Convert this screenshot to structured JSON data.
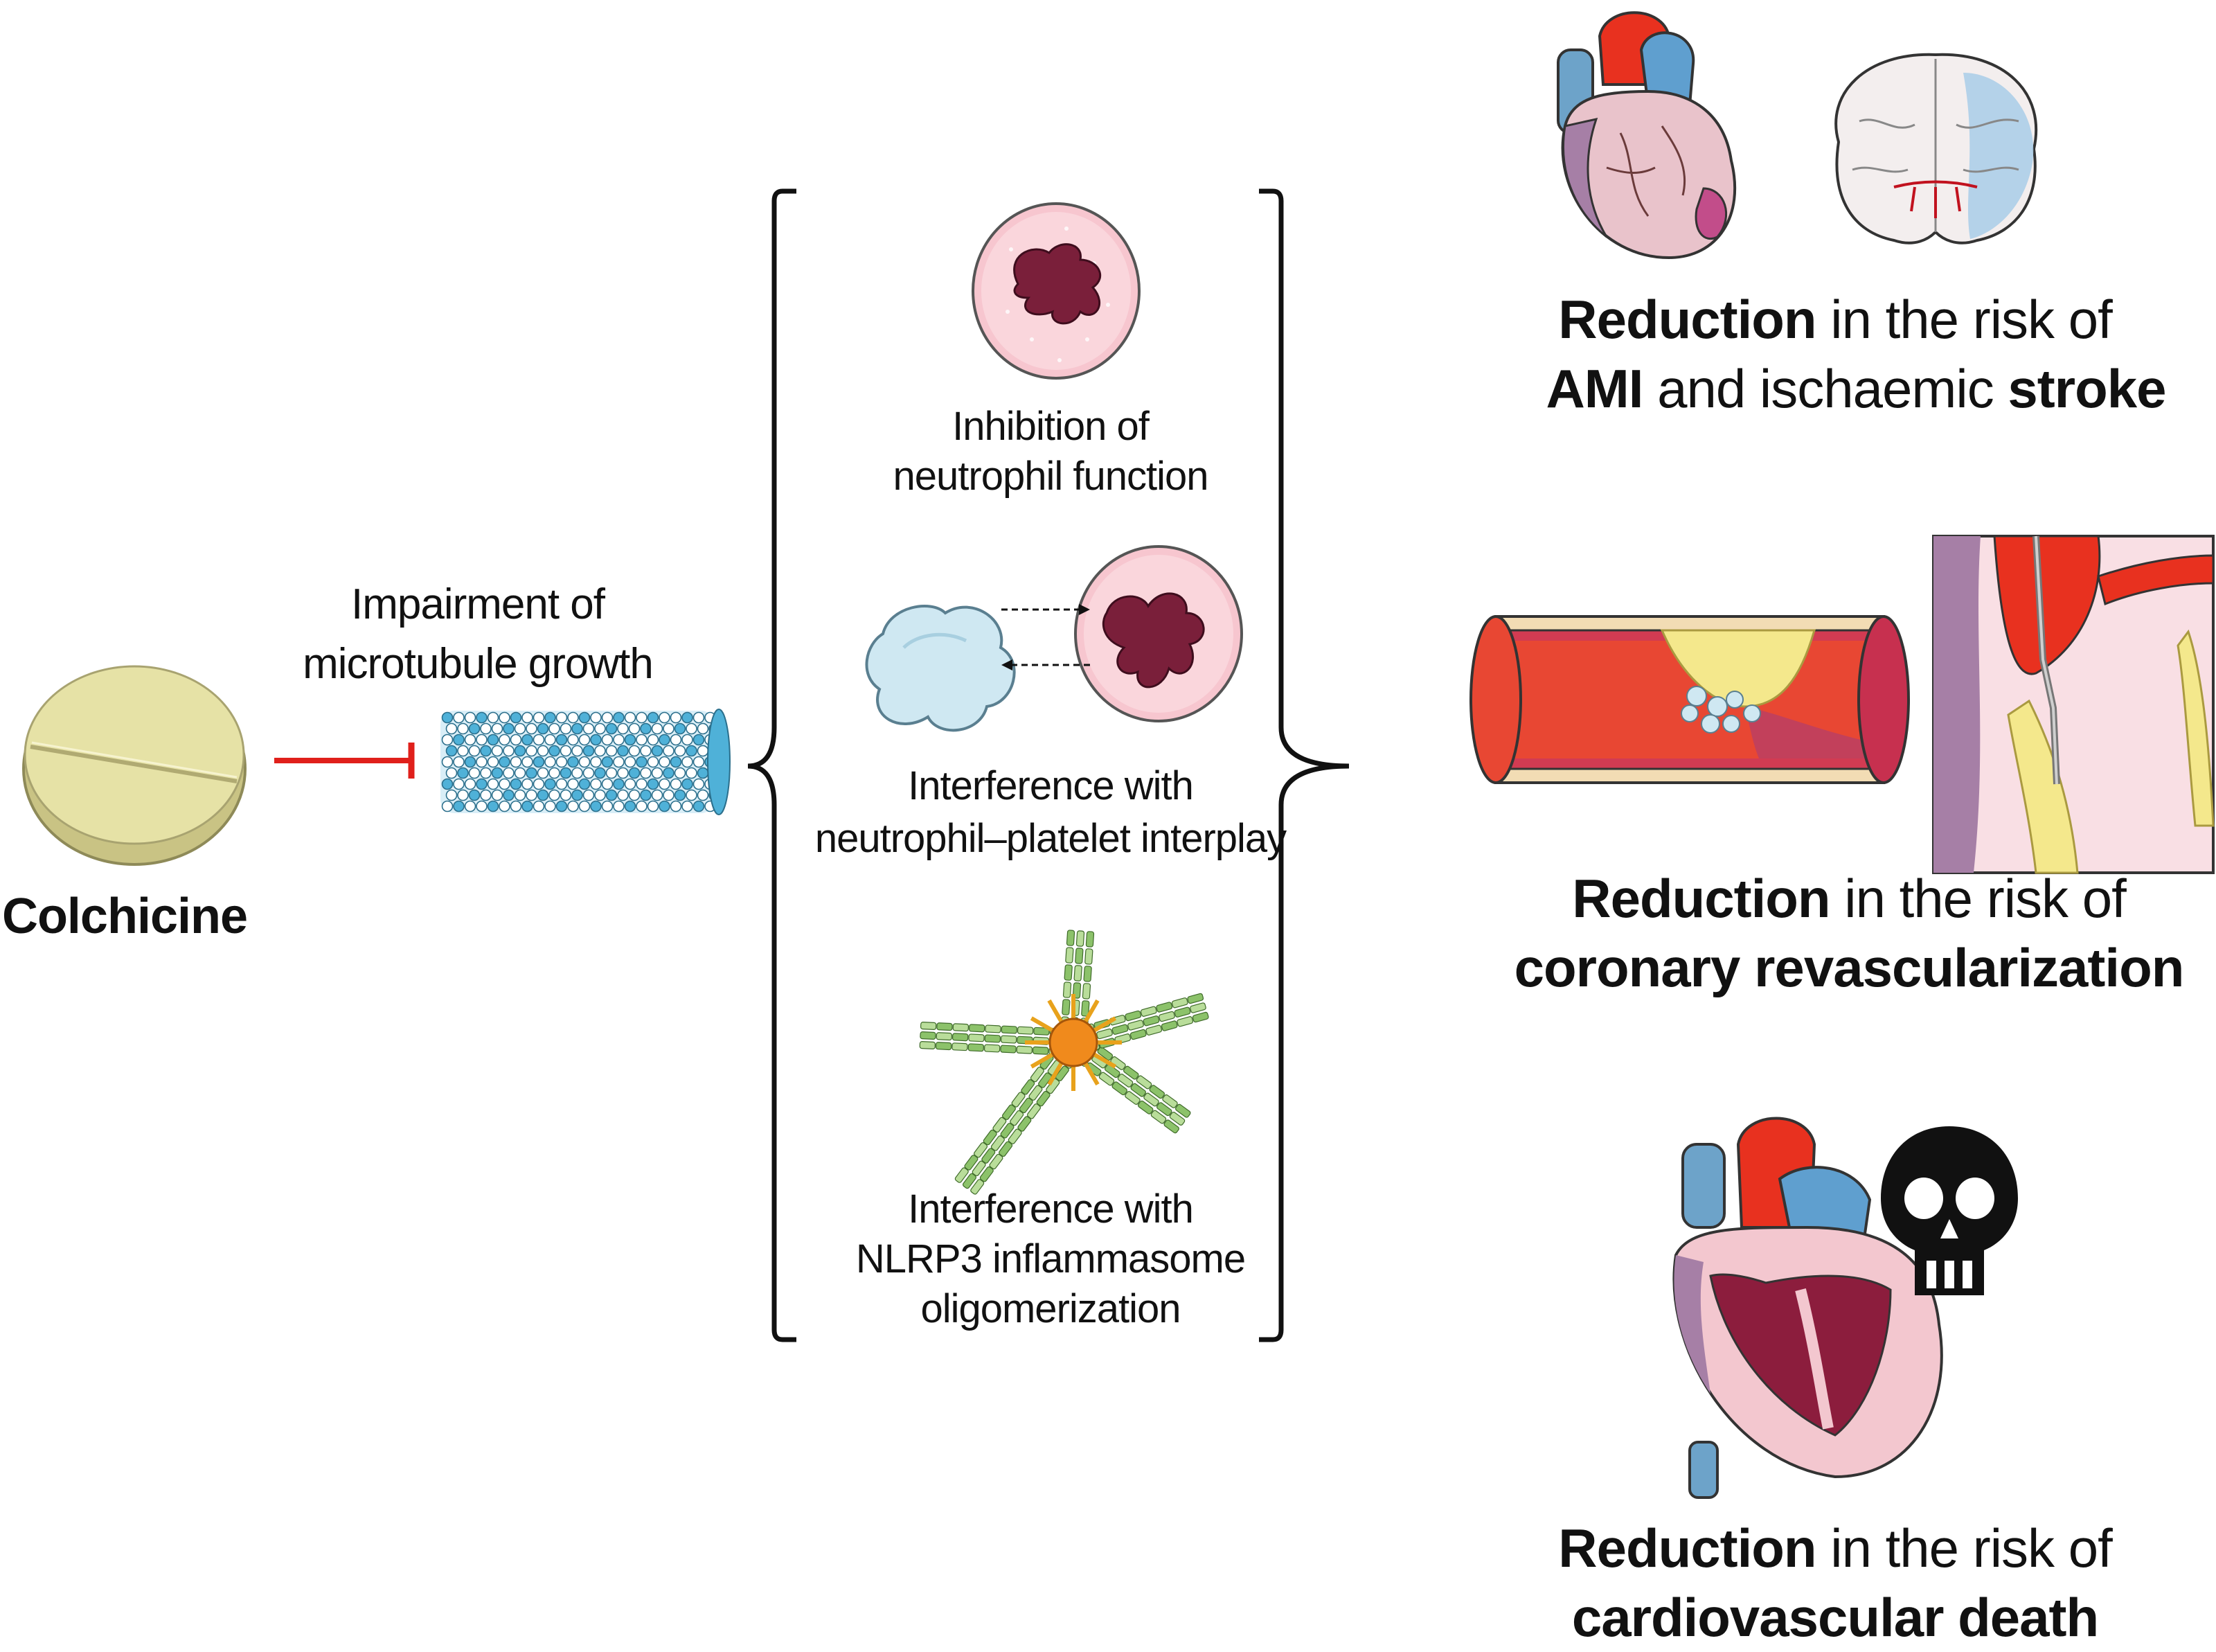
{
  "drug": {
    "name": "Colchicine"
  },
  "step": {
    "line1": "Impairment of",
    "line2": "microtubule growth"
  },
  "mechanisms": [
    {
      "line1": "Inhibition of",
      "line2": "neutrophil function"
    },
    {
      "line1": "Interference with",
      "line2": "neutrophil–platelet interplay"
    },
    {
      "line1": "Interference with",
      "line2": "NLRP3 inflammasome",
      "line3": "oligomerization"
    }
  ],
  "outcomes": [
    {
      "bold": "Reduction",
      "rest": " in the risk of",
      "line2_bold1": "AMI",
      "line2_mid": " and ischaemic ",
      "line2_bold2": "stroke"
    },
    {
      "bold": "Reduction",
      "rest": " in the risk of",
      "line2_bold": "coronary revascularization"
    },
    {
      "bold": "Reduction",
      "rest": " in the risk of",
      "line2_bold": "cardiovascular death"
    }
  ],
  "icons": [
    "pill-icon",
    "inhibition-arrow-icon",
    "microtubule-icon",
    "neutrophil-icon",
    "platelet-icon",
    "inflammasome-icon",
    "heart-icon",
    "brain-icon",
    "artery-plaque-icon",
    "catheter-icon",
    "skull-icon",
    "heart-section-icon"
  ],
  "colors": {
    "inhibit_arrow": "#e0201b",
    "pill": "#e6e2a6",
    "neutrophil": "#f7c6cf",
    "nucleus": "#7a1f3a",
    "platelet": "#cfe8f2",
    "microtubule": "#4fb1d8",
    "inflammasome": "#8cc26a",
    "heart_red": "#e8311f"
  }
}
